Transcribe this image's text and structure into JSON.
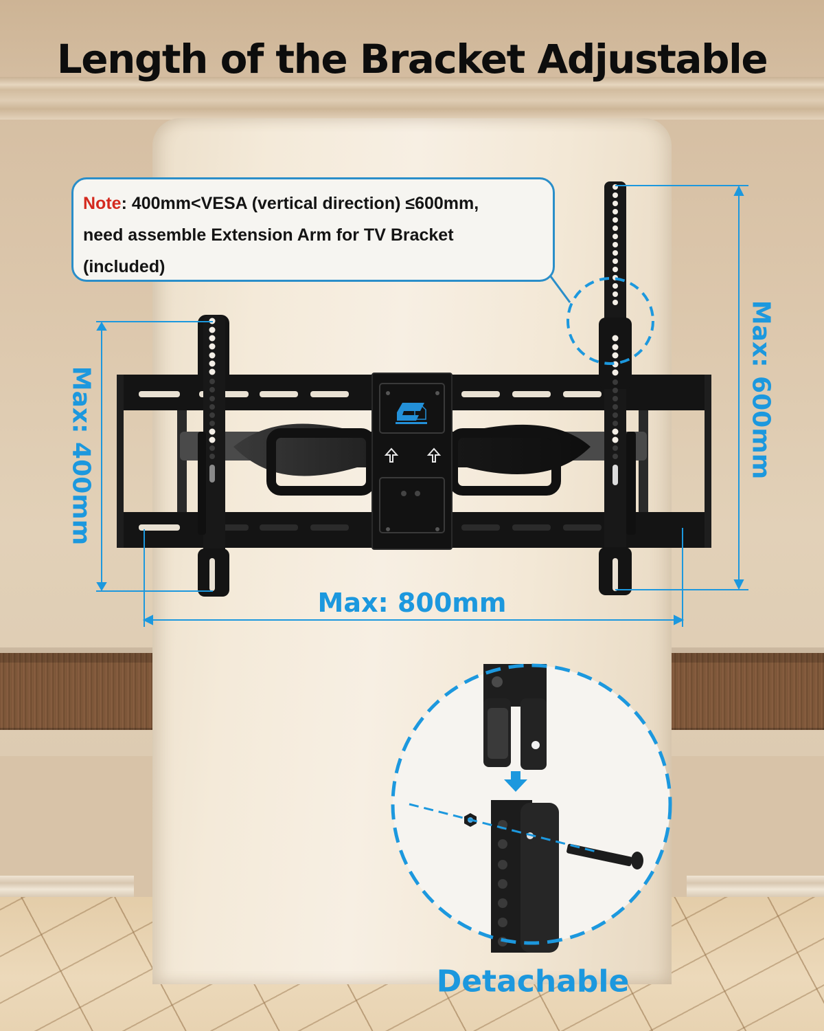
{
  "header": {
    "title": "Length of the Bracket Adjustable"
  },
  "note": {
    "key": "Note",
    "line1_rest": ": 400mm<VESA (vertical direction) ≤600mm,",
    "line2": "need assemble Extension Arm for TV Bracket",
    "line3": "(included)"
  },
  "dimensions": {
    "vertical_left": "Max: 400mm",
    "vertical_right": "Max: 600mm",
    "horizontal": "Max: 800mm"
  },
  "detail": {
    "label": "Detachable"
  },
  "icons": {
    "brand_logo": "brand-logo-icon",
    "up_arrow": "up-arrow-icon",
    "down_arrow": "down-arrow-icon"
  },
  "colors": {
    "accent_blue": "#1c98de",
    "note_red": "#d42a1f",
    "title_black": "#0d0d0d",
    "bracket_black": "#121212"
  }
}
